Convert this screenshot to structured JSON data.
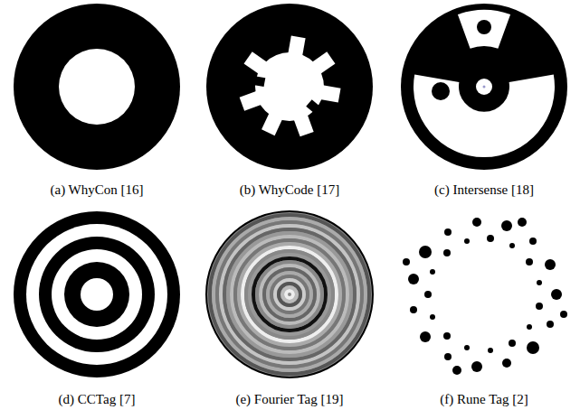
{
  "diagram": {
    "labels": [
      "(a) WhyCon [16]",
      "(b) WhyCode [17]",
      "(c) Intersense [18]",
      "(d) CCTag [7]",
      "(e) Fourier Tag [19]",
      "(f) Rune Tag [2]"
    ]
  }
}
